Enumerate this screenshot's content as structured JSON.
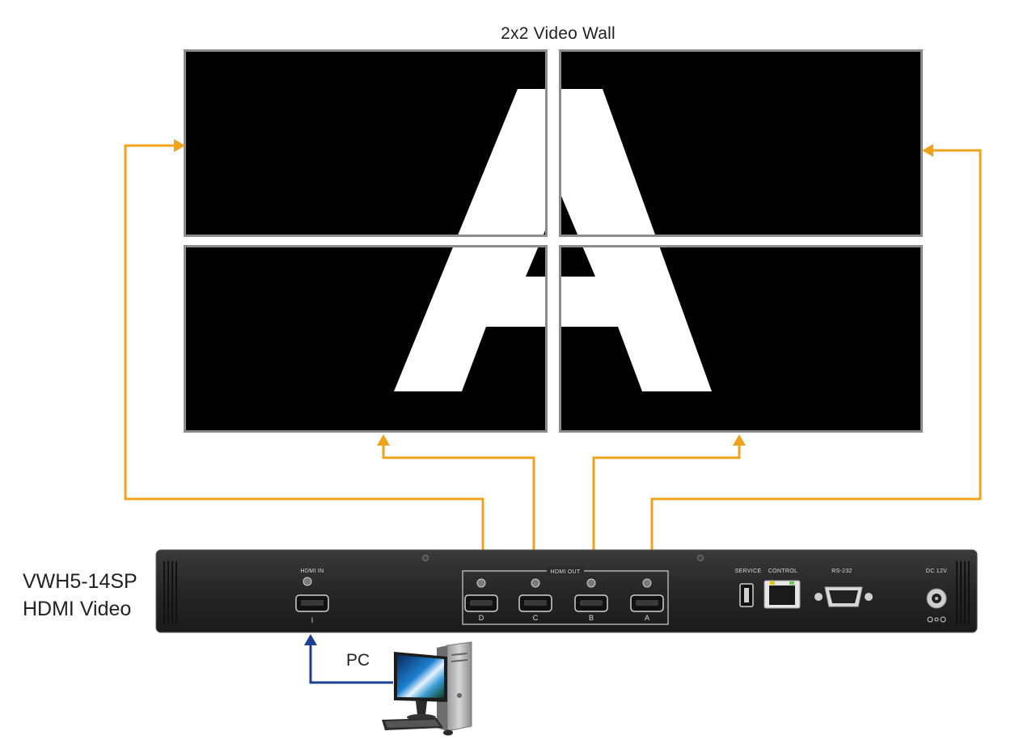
{
  "wall_title": "2x2 Video Wall",
  "device": {
    "model": "VWH5-14SP",
    "subtitle": "HDMI Video",
    "panel": {
      "hdmi_in_label": "HDMI IN",
      "hdmi_in_port": "I",
      "hdmi_out_label": "HDMI OUT",
      "out_ports": [
        "D",
        "C",
        "B",
        "A"
      ],
      "service_label": "SERVICE",
      "control_label": "CONTROL",
      "rs232_label": "RS-232",
      "power_label": "DC 12V"
    }
  },
  "source_label": "PC",
  "colors": {
    "output_cable": "#f0a31a",
    "input_cable": "#1d3f91",
    "screen": "#000000",
    "bezel": "#8c8c8c",
    "chassis": "#2b2b2b"
  },
  "icons": {
    "computer": "desktop-computer-icon",
    "wall_content": "letter-a-graphic"
  }
}
